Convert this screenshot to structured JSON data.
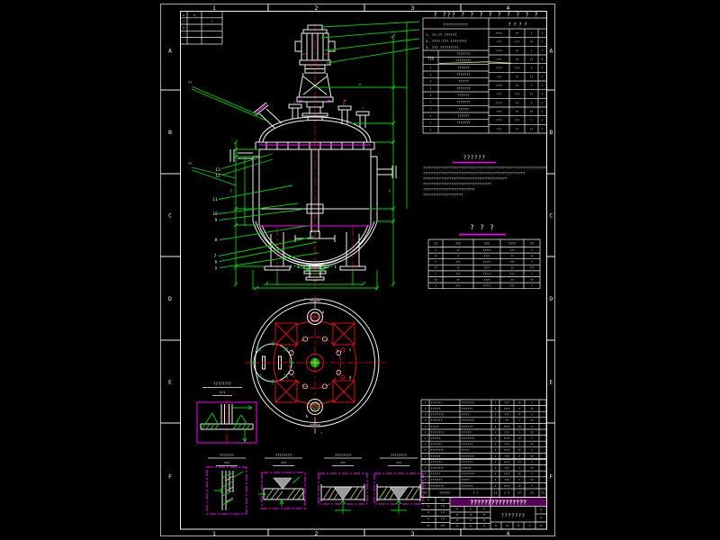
{
  "colors": {
    "background": "#000000",
    "line": "#f0f0f0",
    "green": "#00d000",
    "red": "#dd1111",
    "magenta": "#ff00ff",
    "khaki": "#cfcf7a",
    "weld_gray": "#9a9a9a"
  },
  "frame": {
    "top": [
      "1",
      "2",
      "3",
      "4"
    ],
    "bottom": [
      "1",
      "2",
      "3",
      "4"
    ],
    "left": [
      "A",
      "B",
      "C",
      "D",
      "E",
      "F"
    ],
    "right": [
      "A",
      "B",
      "C",
      "D",
      "E",
      "F"
    ]
  },
  "revision_marks": [
    "??",
    "?",
    "??",
    "?",
    "??",
    "?"
  ],
  "top_code": "? ??? ? ? ? ? ? ? ? ? ?",
  "nozzle_table": {
    "left_header": "??????????????",
    "right_header": "? ? ? ?",
    "notes": [
      "1. ??-?? ??????",
      "2. ????-??? ????????",
      "3. ??? ?????????"
    ],
    "tig": "TIG",
    "left_rows": [
      "????????",
      "?????????",
      "???????",
      "????????",
      "??????",
      "????????",
      "???????",
      "????????",
      "??????",
      "???????",
      "????????"
    ],
    "left_col_marks": [
      "?",
      "?",
      "?",
      "?",
      "?",
      "?",
      "?",
      "?",
      "?",
      "?"
    ],
    "right_rows": [
      [
        "????",
        "??",
        "?",
        "?"
      ],
      [
        "???",
        "???",
        "??",
        "?"
      ],
      [
        "????",
        "??",
        "?",
        "?"
      ],
      [
        "???",
        "??",
        "??",
        "?"
      ],
      [
        "????",
        "???",
        "?",
        "?"
      ],
      [
        "???",
        "??",
        "??",
        "?"
      ],
      [
        "????",
        "??",
        "?",
        "?"
      ],
      [
        "???",
        "???",
        "??",
        "?"
      ],
      [
        "????",
        "??",
        "?",
        "?"
      ],
      [
        "???",
        "??",
        "??",
        "?"
      ],
      [
        "????",
        "???",
        "?",
        "?"
      ],
      [
        "???",
        "??",
        "??",
        "?"
      ]
    ]
  },
  "tech": {
    "title": "??????",
    "lines": [
      "??????????????????????????????????????????????????????????????",
      "???????????????????????????????????????????????????",
      "??????????????????????????????????????????",
      "??????????????????????????????????",
      "??????????????????????????",
      "????????????????????"
    ]
  },
  "pipe_table": {
    "title": "? ? ?",
    "headers": [
      "??",
      "???",
      "???",
      "????",
      "??"
    ],
    "rows": [
      [
        "?",
        "??",
        "?????",
        "???",
        "?"
      ],
      [
        "??",
        "?",
        "????",
        "??",
        "??"
      ],
      [
        "?",
        "???",
        "?????",
        "???",
        "?"
      ],
      [
        "??",
        "??",
        "????",
        "??",
        "???"
      ],
      [
        "?",
        "???",
        "?????",
        "???",
        "?"
      ],
      [
        "??",
        "??",
        "????",
        "??",
        "??"
      ],
      [
        "?",
        "???",
        "?????",
        "???",
        "?"
      ]
    ]
  },
  "bom": {
    "headers": [
      "??",
      "??????",
      "? ?",
      "??",
      "? ?",
      "??",
      "??",
      "??"
    ],
    "rows": [
      [
        "?",
        "???????",
        "????????",
        "?",
        "???",
        "??",
        "?",
        ""
      ],
      [
        "?",
        "??????",
        "???????",
        "?",
        "????",
        "?",
        "??",
        ""
      ],
      [
        "?",
        "????????",
        "?????",
        "?",
        "???",
        "??",
        "?",
        ""
      ],
      [
        "?",
        "???????",
        "????????",
        "?",
        "??",
        "?",
        "??",
        ""
      ],
      [
        "?",
        "?????",
        "???????",
        "?",
        "????",
        "??",
        "?",
        ""
      ],
      [
        "?",
        "????????",
        "??????",
        "?",
        "???",
        "?",
        "??",
        ""
      ],
      [
        "?",
        "??????",
        "????????",
        "?",
        "????",
        "??",
        "?",
        ""
      ],
      [
        "?",
        "???????",
        "???????",
        "?",
        "???",
        "?",
        "??",
        ""
      ],
      [
        "?",
        "????????",
        "?????",
        "?",
        "????",
        "??",
        "?",
        ""
      ],
      [
        "?",
        "??????",
        "????????",
        "?",
        "???",
        "?",
        "??",
        ""
      ],
      [
        "?",
        "???????",
        "???????",
        "?",
        "????",
        "??",
        "?",
        ""
      ],
      [
        "?",
        "????????",
        "??????",
        "?",
        "???",
        "?",
        "??",
        ""
      ],
      [
        "?",
        "??????",
        "????????",
        "?",
        "????",
        "??",
        "?",
        ""
      ],
      [
        "?",
        "???????",
        "?????",
        "?",
        "???",
        "?",
        "??",
        ""
      ],
      [
        "?",
        "????????",
        "???????",
        "?",
        "????",
        "??",
        "?",
        ""
      ]
    ]
  },
  "title_block": {
    "banner": "????????????????",
    "drawing_no": "???????",
    "left_cells": [
      "??",
      "???",
      "??",
      "???",
      "??",
      "???",
      "??",
      "???",
      "??",
      "???"
    ],
    "mid_cells": [
      "??",
      "??",
      "??",
      "??",
      "??",
      "??",
      "??",
      "??",
      "??",
      "??",
      "??",
      "??"
    ],
    "bottom_cells": [
      "??",
      "??",
      "??",
      "?"
    ],
    "right_cells": [
      "??",
      "??",
      "??"
    ]
  },
  "details": {
    "mid": {
      "t1": "????????",
      "t2": "???"
    },
    "bottom": [
      {
        "t1": "???????",
        "t2": "???"
      },
      {
        "t1": "????????",
        "t2": "???"
      },
      {
        "t1": "????????",
        "t2": "???"
      },
      {
        "t1": "????????",
        "t2": "???"
      }
    ]
  },
  "balloons": {
    "left": [
      "13",
      "12",
      "11",
      "10",
      "9",
      "8",
      "7",
      "6",
      "5"
    ],
    "bottom": [
      "4",
      "3",
      "2",
      "1"
    ],
    "top_left": [
      "??",
      "??"
    ]
  },
  "plan": {
    "labels": {
      "top": "a",
      "bottom": "b",
      "right_upper": "c",
      "right_lower": "d"
    },
    "section_marks": [
      "?",
      "?"
    ]
  },
  "elev_marks": [
    "?",
    "??",
    "?"
  ],
  "dims": {
    "bottom": "???",
    "left": "??",
    "right": "??",
    "top": "??"
  }
}
